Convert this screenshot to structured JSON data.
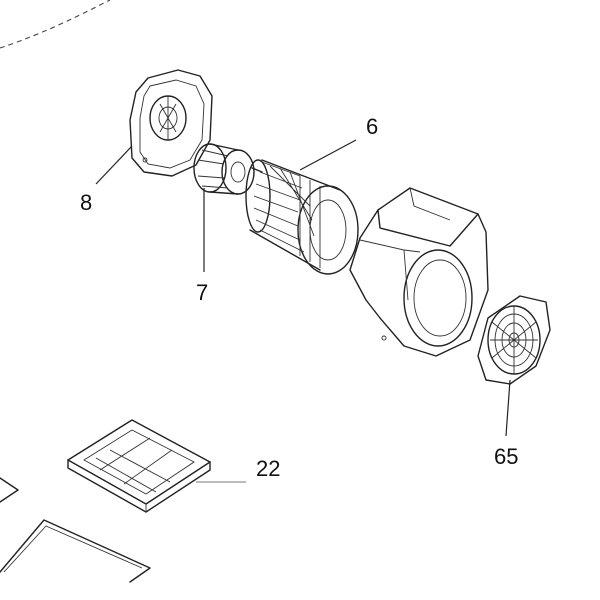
{
  "callouts": {
    "part_6": "6",
    "part_7": "7",
    "part_8": "8",
    "part_22": "22",
    "part_65": "65"
  },
  "colors": {
    "ink": "#222222",
    "paper": "#ffffff",
    "leader_gray": "#777777"
  }
}
